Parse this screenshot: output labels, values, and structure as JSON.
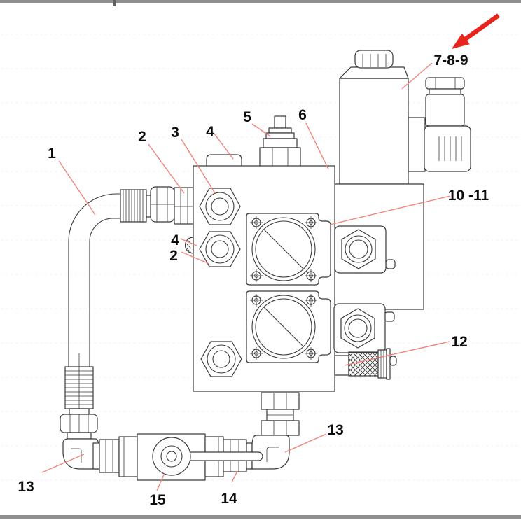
{
  "colors": {
    "background": "#ffffff",
    "line": "#3a3a3a",
    "leader": "#f0837a",
    "arrow": "#e8251c",
    "label": "#0d0d0d",
    "frame": "#8f8f8f",
    "frame_tick": "#5f5f5f"
  },
  "diagram": {
    "type": "line-art parts diagram",
    "callouts": [
      {
        "id": "1",
        "label": "1"
      },
      {
        "id": "2-upper",
        "label": "2"
      },
      {
        "id": "3-upper",
        "label": "3"
      },
      {
        "id": "4-upper",
        "label": "4"
      },
      {
        "id": "5",
        "label": "5"
      },
      {
        "id": "6",
        "label": "6"
      },
      {
        "id": "7-8-9",
        "label": "7-8-9"
      },
      {
        "id": "10-11",
        "label": "10 -11"
      },
      {
        "id": "12",
        "label": "12"
      },
      {
        "id": "13-right",
        "label": "13"
      },
      {
        "id": "13-left",
        "label": "13"
      },
      {
        "id": "14",
        "label": "14"
      },
      {
        "id": "15",
        "label": "15"
      },
      {
        "id": "4-lower",
        "label": "4"
      },
      {
        "id": "2-lower",
        "label": "2"
      }
    ]
  }
}
